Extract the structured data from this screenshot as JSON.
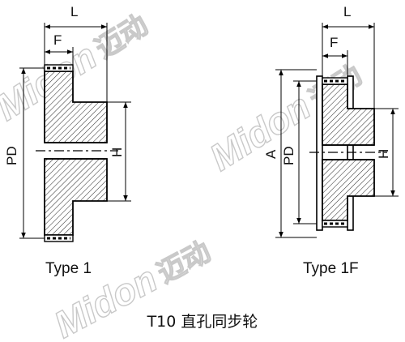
{
  "figures": [
    {
      "id": "type-1",
      "type_label": "Type 1",
      "dims": {
        "L": "L",
        "F": "F",
        "PD": "PD",
        "H": "H"
      }
    },
    {
      "id": "type-1f",
      "type_label": "Type 1F",
      "dims": {
        "L": "L",
        "F": "F",
        "PD": "PD",
        "A": "A",
        "H": "H"
      }
    }
  ],
  "caption": "T10 直孔同步轮",
  "watermark": {
    "brand": "Midon",
    "cn": "迈动"
  }
}
